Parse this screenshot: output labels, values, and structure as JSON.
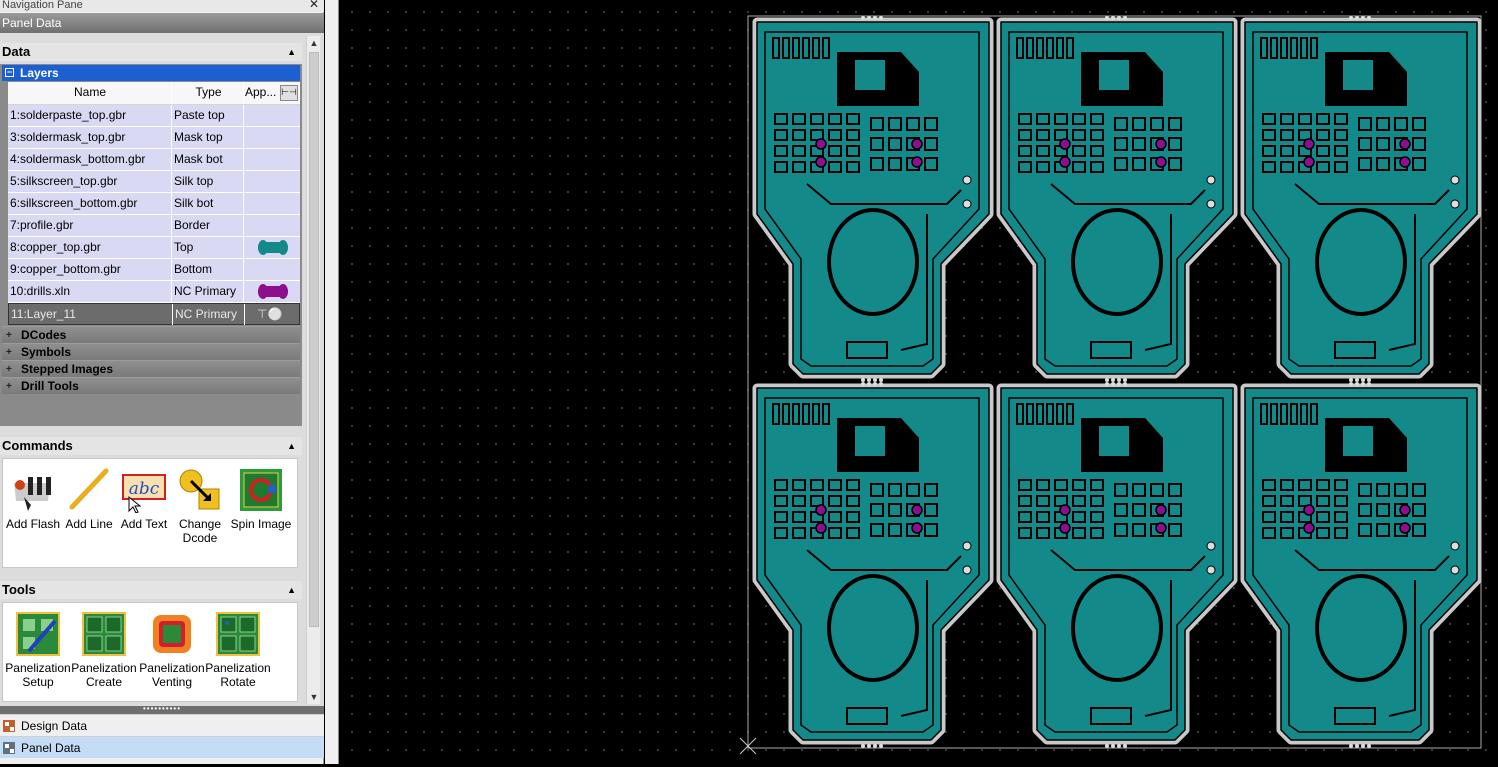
{
  "nav": {
    "title": "Navigation Pane",
    "close": "✕",
    "header": "Panel Data",
    "data_section": "Data",
    "layers_label": "Layers",
    "columns": [
      "Name",
      "Type",
      "App..."
    ],
    "layers": [
      {
        "name": "1:solderpaste_top.gbr",
        "type": "Paste top"
      },
      {
        "name": "3:soldermask_top.gbr",
        "type": "Mask top"
      },
      {
        "name": "4:soldermask_bottom.gbr",
        "type": "Mask bot"
      },
      {
        "name": "5:silkscreen_top.gbr",
        "type": "Silk top"
      },
      {
        "name": "6:silkscreen_bottom.gbr",
        "type": "Silk bot"
      },
      {
        "name": "7:profile.gbr",
        "type": "Border"
      },
      {
        "name": "8:copper_top.gbr",
        "type": "Top",
        "swatch": "#14898a"
      },
      {
        "name": "9:copper_bottom.gbr",
        "type": "Bottom"
      },
      {
        "name": "10:drills.xln",
        "type": "NC Primary",
        "swatch": "#8d0f8e"
      },
      {
        "name": "11:Layer_11",
        "type": "NC Primary",
        "selected": true
      }
    ],
    "tree_items": [
      "DCodes",
      "Symbols",
      "Stepped Images",
      "Drill Tools"
    ],
    "commands_section": "Commands",
    "commands": [
      {
        "line1": "Add Flash",
        "line2": "",
        "icon": "add-flash-icon"
      },
      {
        "line1": "Add Line",
        "line2": "",
        "icon": "add-line-icon"
      },
      {
        "line1": "Add Text",
        "line2": "",
        "icon": "add-text-icon"
      },
      {
        "line1": "Change",
        "line2": "Dcode",
        "icon": "change-dcode-icon"
      },
      {
        "line1": "Spin Image",
        "line2": "",
        "icon": "spin-image-icon"
      }
    ],
    "tools_section": "Tools",
    "tools": [
      {
        "line1": "Panelization",
        "line2": "Setup",
        "icon": "panelization-setup-icon"
      },
      {
        "line1": "Panelization",
        "line2": "Create",
        "icon": "panelization-create-icon"
      },
      {
        "line1": "Panelization",
        "line2": "Venting",
        "icon": "panelization-venting-icon"
      },
      {
        "line1": "Panelization",
        "line2": "Rotate",
        "icon": "panelization-rotate-icon"
      }
    ],
    "bottom_tabs": [
      {
        "label": "Design Data",
        "active": false
      },
      {
        "label": "Panel Data",
        "active": true
      }
    ]
  },
  "canvas": {
    "board_color": "#14898a",
    "rail_color": "#c9c9c9",
    "drill_color": "#8d0f8e",
    "rows": 2,
    "cols": 3
  }
}
